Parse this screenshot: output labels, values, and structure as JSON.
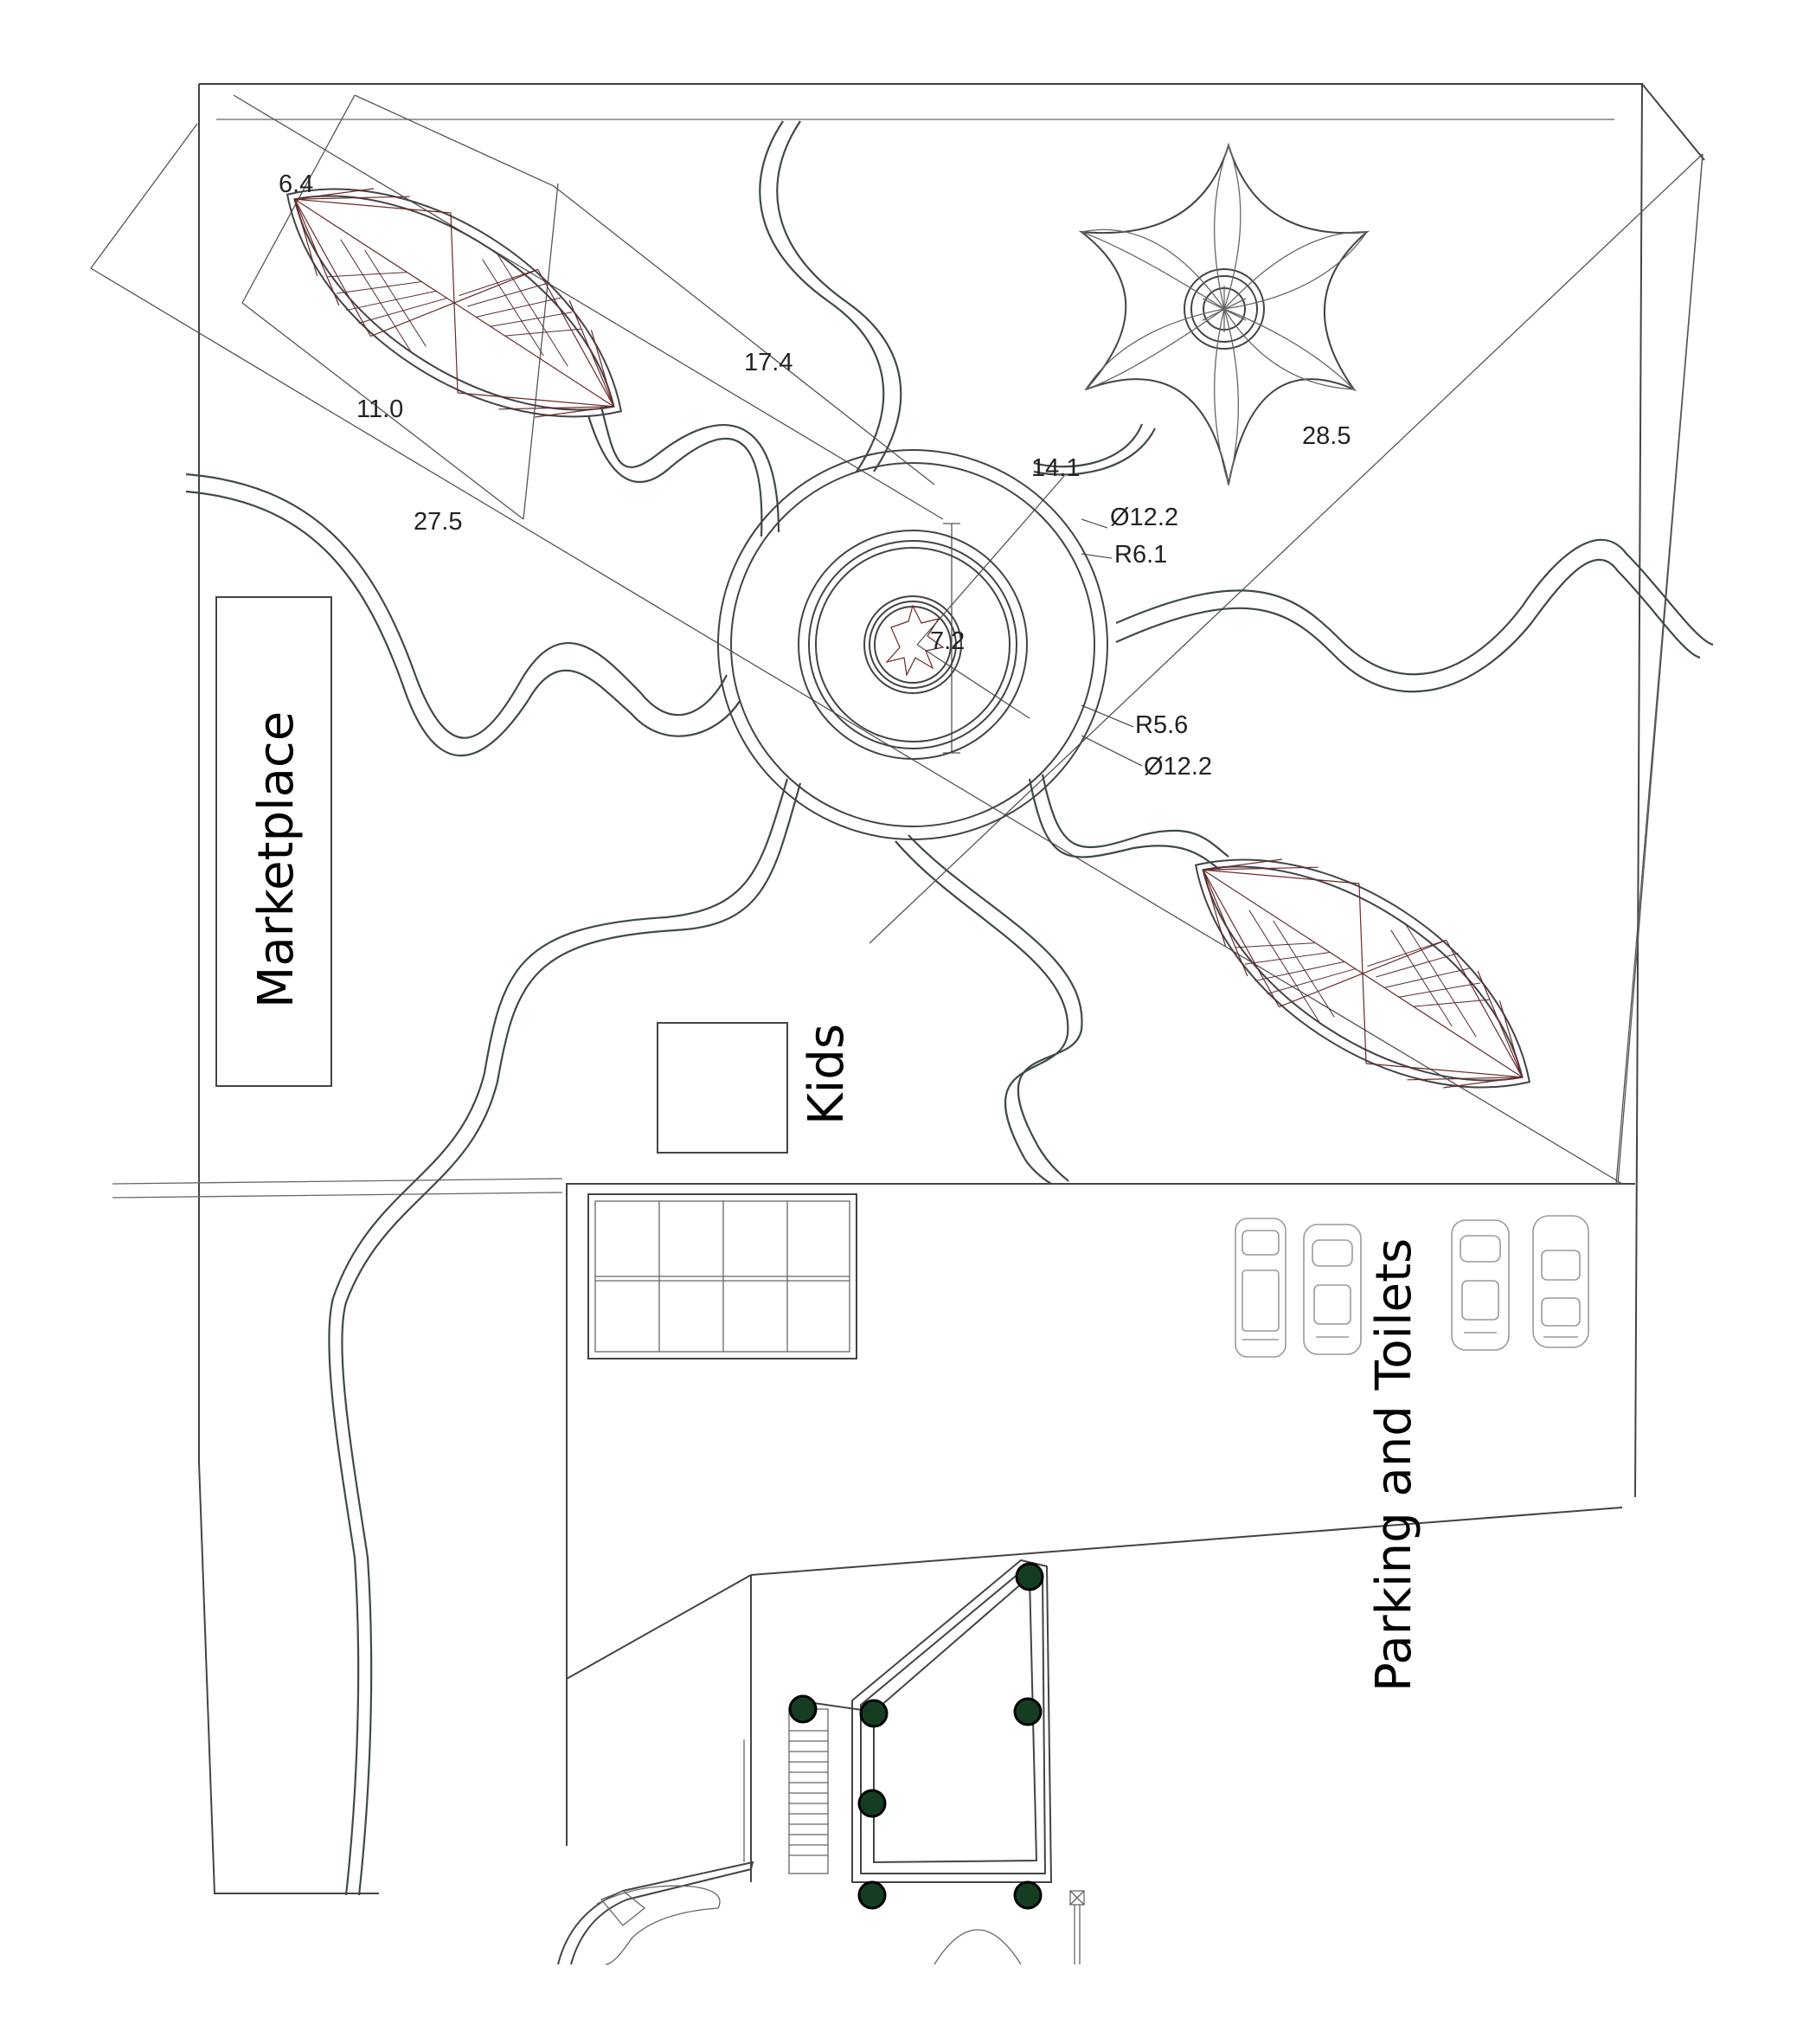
{
  "labels": {
    "marketplace": "Marketplace",
    "kids": "Kids",
    "parking_toilets": "Parking and Toilets"
  },
  "dimensions": {
    "leaf_width": "6.4",
    "leaf_length": "11.0",
    "leaf_offset": "17.4",
    "diagonal_left": "27.5",
    "radius_14": "14.1",
    "diagonal_right": "28.5",
    "diameter_outer": "Ø12.2",
    "radius_outer": "R6.1",
    "center_dim": "7.2",
    "radius_inner": "R5.6",
    "diameter_inner": "Ø12.2"
  },
  "colors": {
    "line": "#444444",
    "mesh": "#6a2a2a",
    "tree_fill": "#153d22",
    "car": "#9a9a9a"
  }
}
